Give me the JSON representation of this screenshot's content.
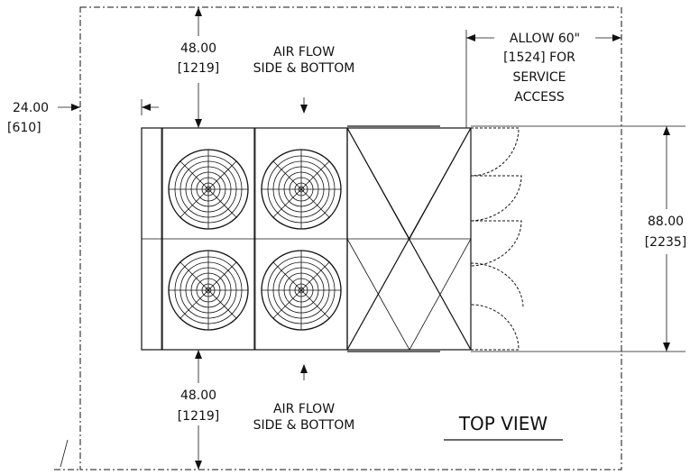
{
  "dimensions": {
    "top_clearance": "48.00",
    "top_clearance_mm": "[1219]",
    "left_clearance": "24.00",
    "left_clearance_mm": "[610]",
    "height": "88.00",
    "height_mm": "[2235]",
    "bottom_clearance": "48.00",
    "bottom_clearance_mm": "[1219]"
  },
  "notes": {
    "top_airflow_1": "AIR FLOW",
    "top_airflow_2": "SIDE & BOTTOM",
    "bottom_airflow_1": "AIR FLOW",
    "bottom_airflow_2": "SIDE & BOTTOM",
    "service_1": "ALLOW 60\"",
    "service_2": "[1524] FOR",
    "service_3": "SERVICE",
    "service_4": "ACCESS"
  },
  "view_title": "TOP VIEW",
  "fan_count": 4
}
